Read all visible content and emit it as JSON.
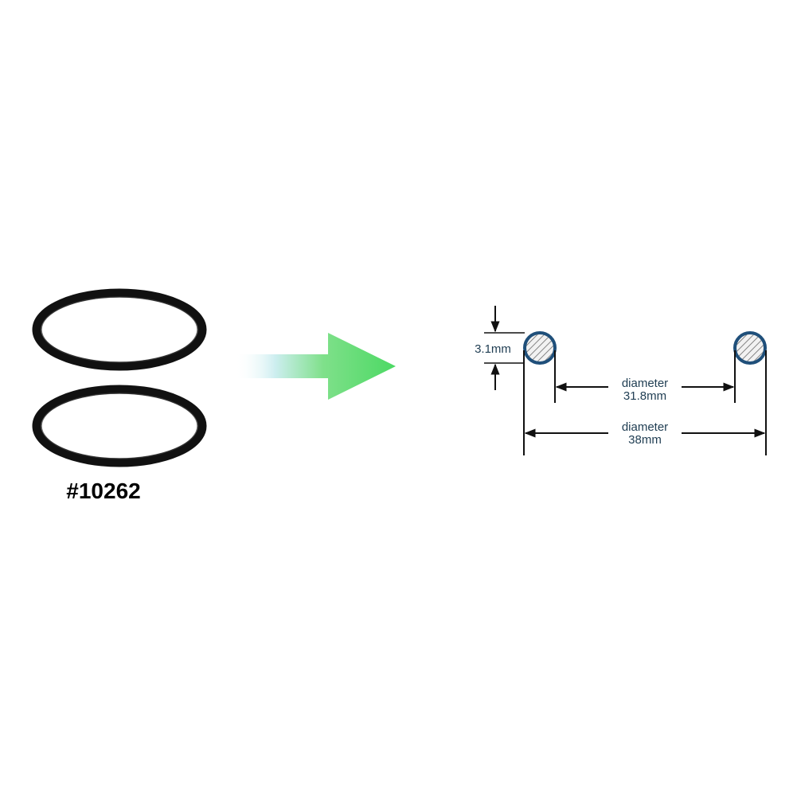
{
  "product": {
    "part_number": "#10262"
  },
  "dimensions": {
    "cross_section": "3.1mm",
    "inner_label": "diameter",
    "inner_value": "31.8mm",
    "outer_label": "diameter",
    "outer_value": "38mm"
  },
  "colors": {
    "ring": "#111111",
    "arrow": "#4cd964",
    "section_outline": "#1f4f7a",
    "dim_text": "#1f3d52"
  }
}
